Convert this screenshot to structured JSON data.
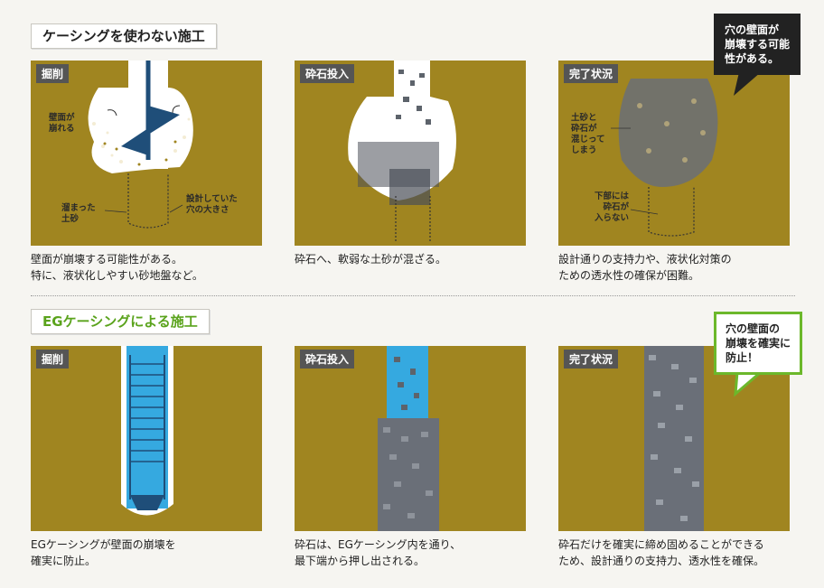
{
  "sections": {
    "top_title": "ケーシングを使わない施工",
    "bottom_title": "EGケーシングによる施工"
  },
  "top": {
    "p1": {
      "tag": "掘削",
      "lbl_collapse": "壁面が\n崩れる",
      "lbl_pooled": "溜まった\n土砂",
      "lbl_design": "設計していた\n穴の大きさ",
      "caption": "壁面が崩壊する可能性がある。\n特に、液状化しやすい砂地盤など。"
    },
    "p2": {
      "tag": "砕石投入",
      "caption": "砕石へ、軟弱な土砂が混ざる。"
    },
    "p3": {
      "tag": "完了状況",
      "lbl_mixed": "土砂と\n砕石が\n混じって\nしまう",
      "lbl_bottom": "下部には\n砕石が\n入らない",
      "caption": "設計通りの支持力や、液状化対策の\nための透水性の確保が困難。"
    },
    "bubble": "穴の壁面が\n崩壊する可能\n性がある。"
  },
  "bottom": {
    "p1": {
      "tag": "掘削",
      "caption": "EGケーシングが壁面の崩壊を\n確実に防止。"
    },
    "p2": {
      "tag": "砕石投入",
      "caption": "砕石は、EGケーシング内を通り、\n最下端から押し出される。"
    },
    "p3": {
      "tag": "完了状況",
      "caption": "砕石だけを確実に締め固めることができる\nため、設計通りの支持力、透水性を確保。"
    },
    "bubble": "穴の壁面の\n崩壊を確実に\n防止！"
  },
  "colors": {
    "soil": "#a08520",
    "casing": "#35a9e0",
    "gravel": "#6a6f78",
    "bubble_green": "#6cb82b"
  }
}
